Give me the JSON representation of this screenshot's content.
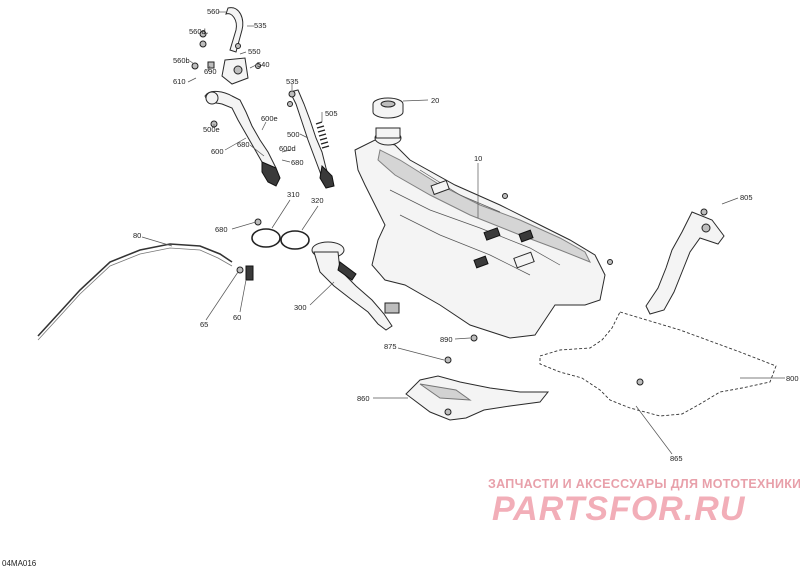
{
  "figure_code": "04MA016",
  "watermark": {
    "subtitle": "ЗАПЧАСТИ И АКСЕССУАРЫ ДЛЯ МОТОТЕХНИКИ",
    "brand": "PARTSFOR.RU"
  },
  "callouts": [
    "560",
    "535",
    "560d",
    "550",
    "560b",
    "690",
    "540",
    "610",
    "20",
    "505",
    "535",
    "500e",
    "600e",
    "500",
    "600d",
    "600",
    "680",
    "680",
    "10",
    "805",
    "310",
    "320",
    "680",
    "80",
    "300",
    "60",
    "65",
    "890",
    "875",
    "800",
    "860",
    "865"
  ]
}
